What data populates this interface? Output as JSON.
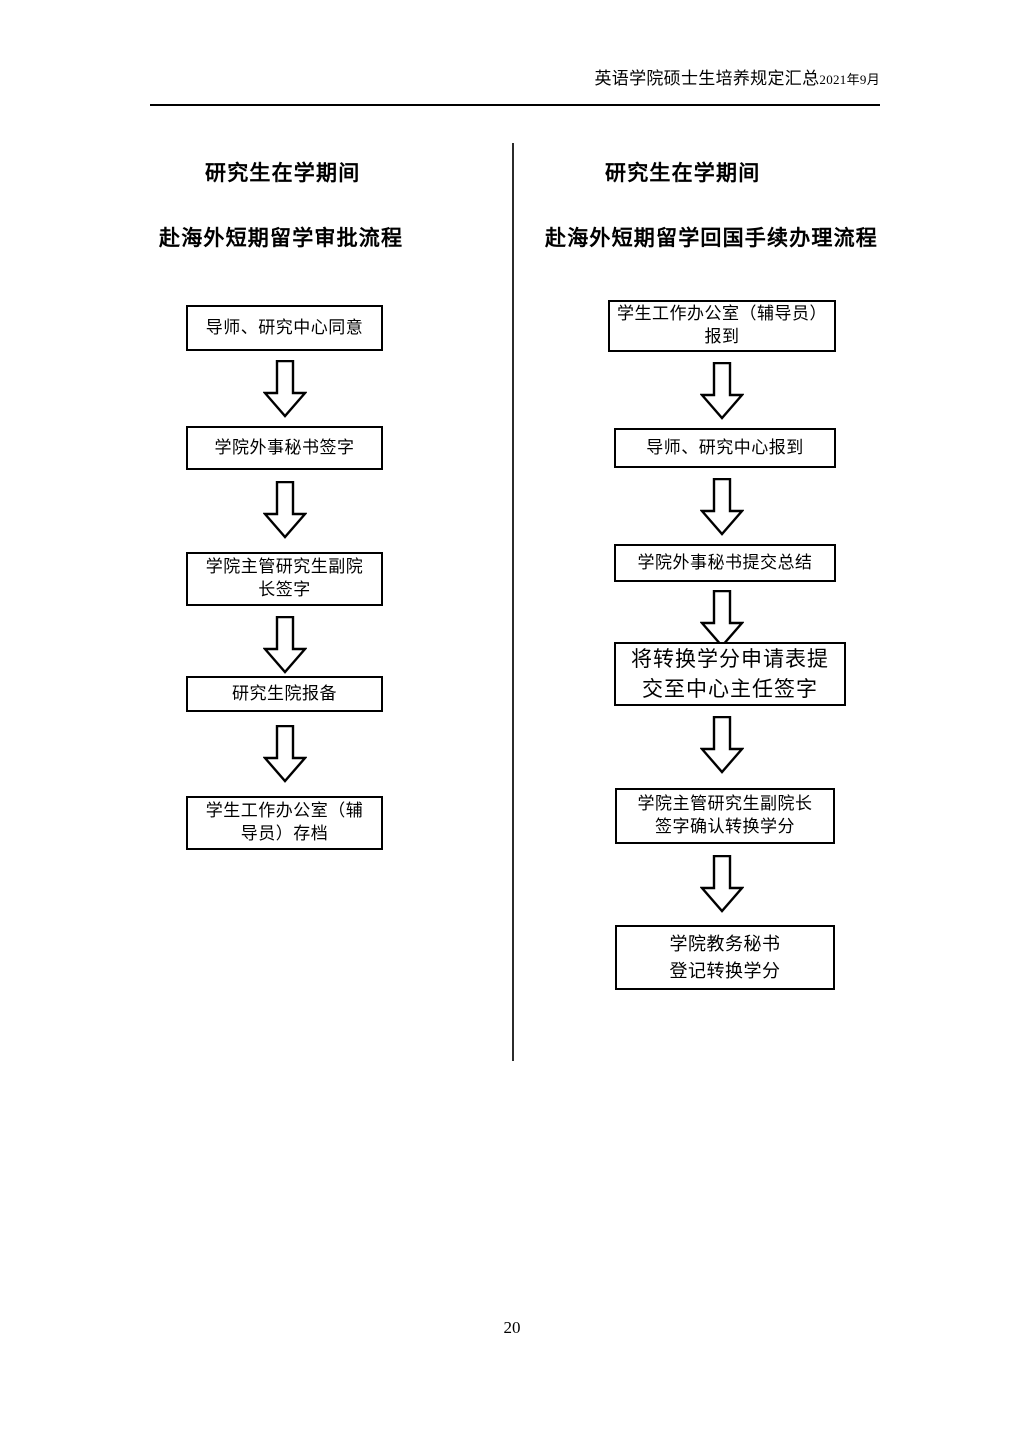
{
  "document": {
    "header_title": "英语学院硕士生培养规定汇总",
    "header_date": "2021年9月",
    "page_number": "20"
  },
  "columns": [
    {
      "id": "left",
      "title_line1": "研究生在学期间",
      "title_line2": "赴海外短期留学审批流程",
      "steps": [
        {
          "line1": "导师、研究中心同意",
          "line2": ""
        },
        {
          "line1": "学院外事秘书签字",
          "line2": ""
        },
        {
          "line1": "学院主管研究生副院",
          "line2": "长签字"
        },
        {
          "line1": "研究生院报备",
          "line2": ""
        },
        {
          "line1": "学生工作办公室（辅",
          "line2": "导员）存档"
        }
      ]
    },
    {
      "id": "right",
      "title_line1": "研究生在学期间",
      "title_line2": "赴海外短期留学回国手续办理流程",
      "steps": [
        {
          "line1": "学生工作办公室（辅导员）",
          "line2": "报到"
        },
        {
          "line1": "导师、研究中心报到",
          "line2": ""
        },
        {
          "line1": "学院外事秘书提交总结",
          "line2": ""
        },
        {
          "line1": "将转换学分申请表提",
          "line2": "交至中心主任签字"
        },
        {
          "line1": "学院主管研究生副院长",
          "line2": "签字确认转换学分"
        },
        {
          "line1": "学院教务秘书",
          "line2": "登记转换学分"
        }
      ]
    }
  ],
  "icons": {
    "arrow": "down-block-arrow"
  },
  "colors": {
    "ink": "#000000",
    "divider": "#2b2b2b",
    "paper": "#ffffff"
  }
}
